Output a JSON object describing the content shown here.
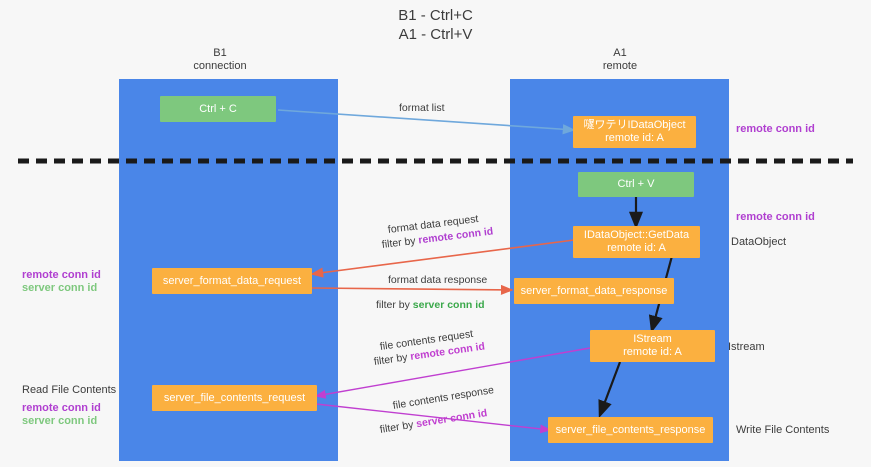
{
  "title": {
    "line1": "B1 - Ctrl+C",
    "line2": "A1 - Ctrl+V"
  },
  "columns": [
    {
      "name": "B1",
      "sub": "connection"
    },
    {
      "name": "A1",
      "sub": "remote"
    }
  ],
  "nodes": {
    "ctrl_c": {
      "label": "Ctrl + C"
    },
    "ctrl_v": {
      "label": "Ctrl + V"
    },
    "idataobject_register": {
      "line1": "嚺ワテリIDataObject",
      "line2": "remote id: A"
    },
    "idataobject_getdata": {
      "line1": "IDataObject::GetData",
      "line2": "remote id: A"
    },
    "istream": {
      "line1": "IStream",
      "line2": "remote id: A"
    },
    "server_format_data_request": {
      "label": "server_format_data_request"
    },
    "server_format_data_response": {
      "label": "server_format_data_response"
    },
    "server_file_contents_request": {
      "label": "server_file_contents_request"
    },
    "server_file_contents_response": {
      "label": "server_file_contents_response"
    }
  },
  "wire_labels": {
    "format_list": "format list",
    "format_data_request": "format data request",
    "format_data_request_filter_pre": "filter by ",
    "format_data_request_filter_key": "remote conn id",
    "format_data_response": "format data response",
    "format_data_response_filter_pre": "filter by ",
    "format_data_response_filter_key": "server conn id",
    "file_contents_request": "file contents request",
    "file_contents_request_filter_pre": "filter by ",
    "file_contents_request_filter_key": "remote conn id",
    "file_contents_response": "file contents response",
    "file_contents_response_filter_pre": "filter by ",
    "file_contents_response_filter_key": "server conn id"
  },
  "side_labels": {
    "right_remote_conn_id_top": "remote conn id",
    "right_remote_conn_id_mid": "remote conn id",
    "right_dataobject": "DataObject",
    "right_istream": "Istream",
    "right_write_file_contents": "Write File Contents",
    "left_remote_conn_id": "remote conn id",
    "left_server_conn_id": "server conn id",
    "left_read_file_contents": "Read File Contents",
    "left_remote_conn_id_2": "remote conn id",
    "left_server_conn_id_2": "server conn id"
  },
  "colors": {
    "lane": "#4a86e8",
    "green_node": "#7ec87e",
    "orange_node": "#fbb040",
    "purple_text": "#b03fd0",
    "green_text": "#7ec87e",
    "arrow_blue": "#6fa8dc",
    "arrow_red": "#e8664a",
    "arrow_magenta": "#c03fd0",
    "arrow_black": "#1a1a1a",
    "divider": "#1a1a1a",
    "background": "#f7f7f7"
  }
}
